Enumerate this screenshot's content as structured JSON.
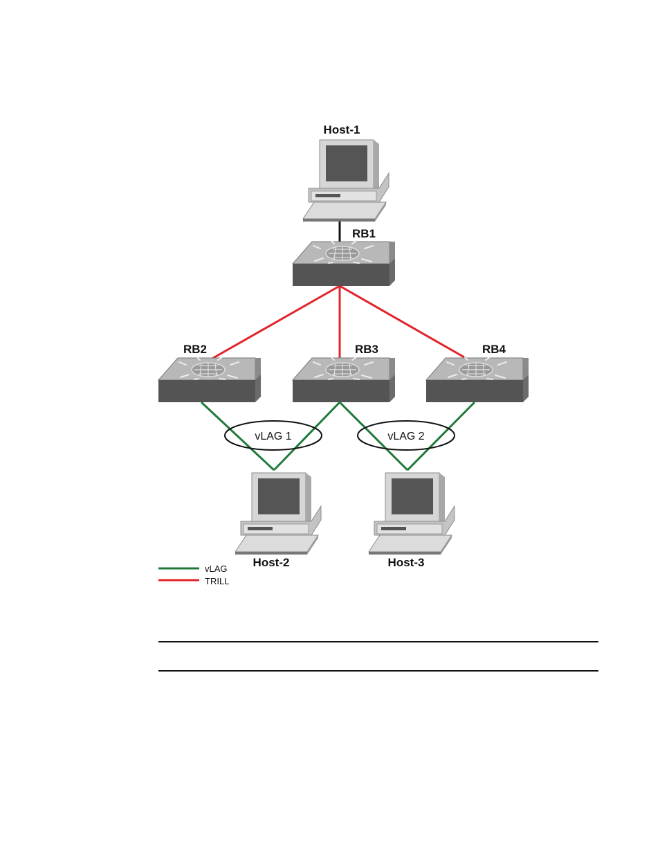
{
  "colors": {
    "vlag": "#1f7a3a",
    "trill": "#e0252b",
    "host_link": "#111111",
    "device_dark": "#545454",
    "device_top": "#b8b8b8",
    "device_side": "#8a8a8a"
  },
  "nodes": {
    "host1": {
      "label": "Host-1",
      "type": "host"
    },
    "rb1": {
      "label": "RB1",
      "type": "switch"
    },
    "rb2": {
      "label": "RB2",
      "type": "switch"
    },
    "rb3": {
      "label": "RB3",
      "type": "switch"
    },
    "rb4": {
      "label": "RB4",
      "type": "switch"
    },
    "host2": {
      "label": "Host-2",
      "type": "host"
    },
    "host3": {
      "label": "Host-3",
      "type": "host"
    }
  },
  "lags": {
    "lag1": {
      "label": "vLAG 1"
    },
    "lag2": {
      "label": "vLAG 2"
    }
  },
  "edges": [
    {
      "from": "host1",
      "to": "rb1",
      "kind": "host_link"
    },
    {
      "from": "rb1",
      "to": "rb2",
      "kind": "trill"
    },
    {
      "from": "rb1",
      "to": "rb3",
      "kind": "trill"
    },
    {
      "from": "rb1",
      "to": "rb4",
      "kind": "trill"
    },
    {
      "from": "rb2",
      "to": "host2",
      "kind": "vlag"
    },
    {
      "from": "rb3",
      "to": "host2",
      "kind": "vlag"
    },
    {
      "from": "rb3",
      "to": "host3",
      "kind": "vlag"
    },
    {
      "from": "rb4",
      "to": "host3",
      "kind": "vlag"
    }
  ],
  "legend": {
    "vlag": "vLAG",
    "trill": "TRILL"
  }
}
